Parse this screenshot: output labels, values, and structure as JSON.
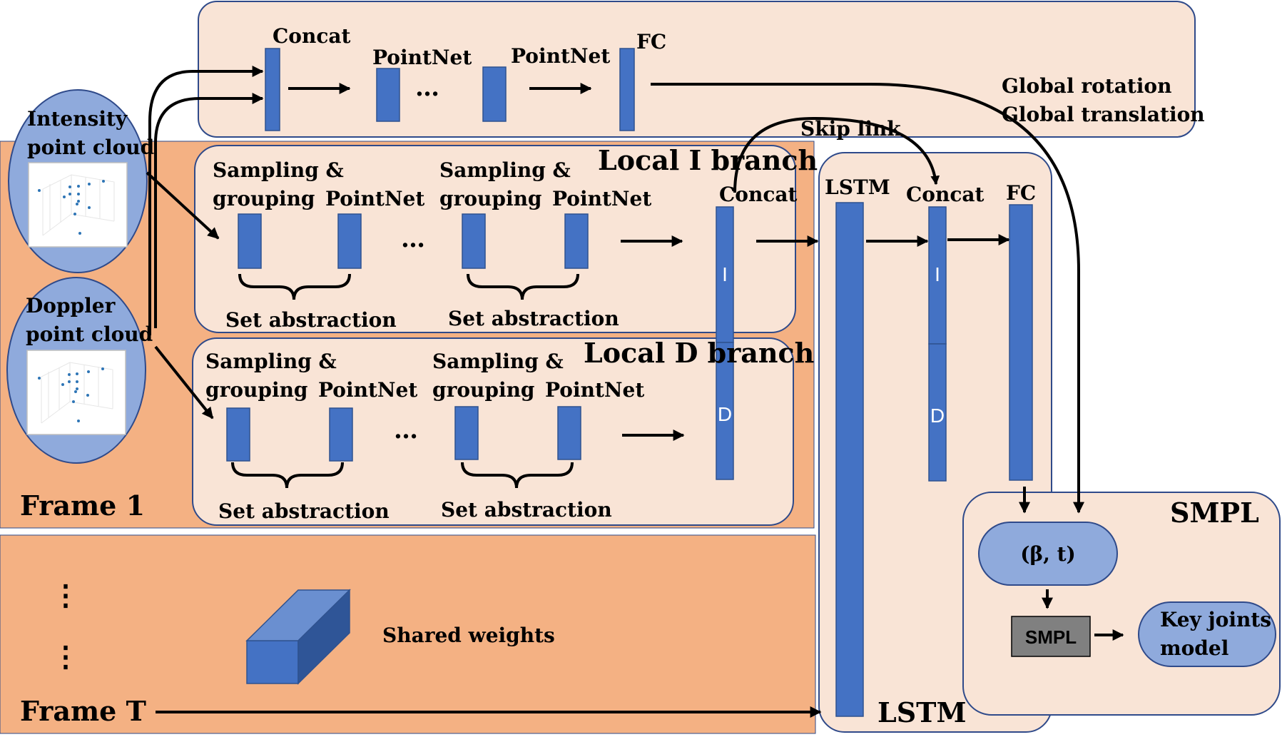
{
  "colors": {
    "panel_fill": "#f9e4d6",
    "panel_stroke": "#2f4a8a",
    "frame_fill": "#f4b183",
    "block_fill": "#4472c4",
    "block_stroke": "#2f528f",
    "oval_fill": "#8faadc",
    "smpl_box_fill": "#808080"
  },
  "global_branch": {
    "concat": "Concat",
    "pointnet_1": "PointNet",
    "ellipsis": "…",
    "pointnet_2": "PointNet",
    "fc": "FC",
    "output_line_1": "Global rotation",
    "output_line_2": "Global translation"
  },
  "inputs": {
    "intensity_line_1": "Intensity",
    "intensity_line_2": "point cloud",
    "doppler_line_1": "Doppler",
    "doppler_line_2": "point cloud"
  },
  "local_i_branch": {
    "title": "Local I branch",
    "sampling_1a": "Sampling &",
    "sampling_1b": "grouping",
    "pointnet_1": "PointNet",
    "ellipsis": "…",
    "sampling_2a": "Sampling &",
    "sampling_2b": "grouping",
    "pointnet_2": "PointNet",
    "set_abstraction_1": "Set abstraction",
    "set_abstraction_2": "Set abstraction",
    "concat": "Concat",
    "concat_letter": "I"
  },
  "local_d_branch": {
    "title": "Local D branch",
    "sampling_1a": "Sampling &",
    "sampling_1b": "grouping",
    "pointnet_1": "PointNet",
    "ellipsis": "…",
    "sampling_2a": "Sampling &",
    "sampling_2b": "grouping",
    "pointnet_2": "PointNet",
    "set_abstraction_1": "Set abstraction",
    "set_abstraction_2": "Set abstraction",
    "concat_letter": "D"
  },
  "frames": {
    "frame_1": "Frame 1",
    "frame_t": "Frame T",
    "vertical_dots_1": "⋮",
    "vertical_dots_2": "⋮",
    "shared_weights": "Shared weights"
  },
  "lstm_panel": {
    "skip_link": "Skip link",
    "lstm_header": "LSTM",
    "concat": "Concat",
    "fc": "FC",
    "letter_i": "I",
    "letter_d": "D",
    "footer": "LSTM"
  },
  "smpl_panel": {
    "title": "SMPL",
    "params": "(β, t)",
    "smpl_box": "SMPL",
    "output_line_1": "Key joints",
    "output_line_2": "model"
  }
}
